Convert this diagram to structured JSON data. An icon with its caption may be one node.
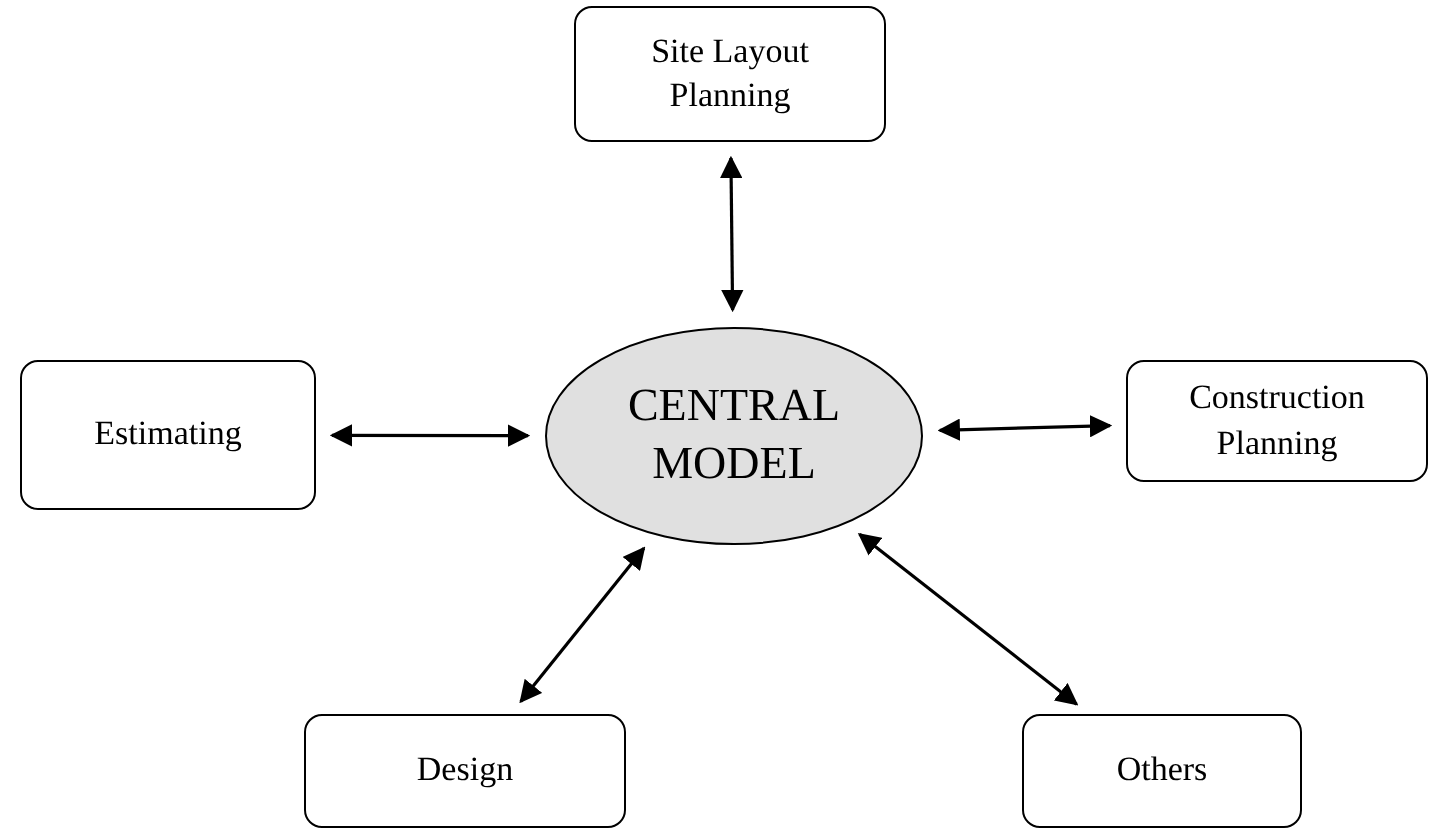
{
  "diagram": {
    "nodes": [
      {
        "text": [
          "Site Layout Planning"
        ]
      },
      {
        "text": [
          "Estimating"
        ]
      },
      {
        "text": [
          "CENTRAL MODEL"
        ]
      },
      {
        "text": [
          "Construction Planning"
        ]
      },
      {
        "text": [
          "Design"
        ]
      },
      {
        "text": [
          "Others"
        ]
      }
    ],
    "edges": [
      {
        "from": 2,
        "to": 0,
        "arrow": "both"
      },
      {
        "from": 2,
        "to": 1,
        "arrow": "both"
      },
      {
        "from": 2,
        "to": 3,
        "arrow": "both"
      },
      {
        "from": 2,
        "to": 4,
        "arrow": "both"
      },
      {
        "from": 2,
        "to": 5,
        "arrow": "both"
      }
    ]
  }
}
